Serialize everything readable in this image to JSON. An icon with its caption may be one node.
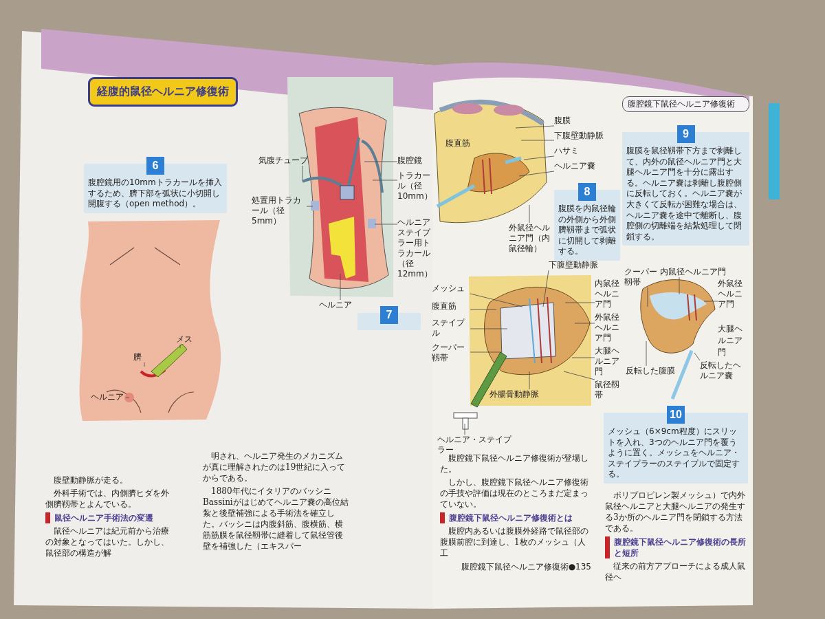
{
  "diagram": {
    "title": "経腹的鼠径ヘルニア修復術",
    "nodes": [
      {
        "text": [
          "6",
          "腹腔鏡用の10mmトラカールを挿入するため、臍下部を弧状に小切開し開腹する（open method）。"
        ]
      },
      {
        "text": [
          "7"
        ]
      },
      {
        "text": [
          "8",
          "腹膜を内鼠径輪の外側から外側臍靱帯まで弧状に切開して剥離する。"
        ]
      },
      {
        "text": [
          "9",
          "腹膜を鼠径靱帯下方まで剥離して、内外の鼠径ヘルニア門と大腿ヘルニア門を十分に露出する。ヘルニア嚢は剥離し腹腔側に反転しておく。ヘルニア嚢が大きくて反転が困難な場合は、ヘルニア嚢を途中で離断し、腹腔側の切離端を結紮処理して閉鎖する。"
        ]
      },
      {
        "text": [
          "10",
          "メッシュ（6×9cm程度）にスリットを入れ、3つのヘルニア門を覆うように置く。メッシュをヘルニア・ステイプラーのステイプルで固定する。"
        ]
      },
      {
        "text": [
          "メス"
        ]
      },
      {
        "text": [
          "臍"
        ]
      },
      {
        "text": [
          "ヘルニア"
        ]
      },
      {
        "text": [
          "気腹チューブ"
        ]
      },
      {
        "text": [
          "処置用トラカール（径5mm）"
        ]
      },
      {
        "text": [
          "ヘルニア"
        ]
      },
      {
        "text": [
          "腹腔鏡"
        ]
      },
      {
        "text": [
          "トラカール（径10mm）"
        ]
      },
      {
        "text": [
          "ヘルニアステイプラー用トラカール（径12mm）"
        ]
      },
      {
        "text": [
          "腹膜"
        ]
      },
      {
        "text": [
          "下腹壁動静脈"
        ]
      },
      {
        "text": [
          "ハサミ"
        ]
      },
      {
        "text": [
          "ヘルニア嚢"
        ]
      },
      {
        "text": [
          "外鼠径ヘルニア門（内鼠径輪）"
        ]
      },
      {
        "text": [
          "内鼠径ヘルニア門"
        ]
      },
      {
        "text": [
          "外鼠径ヘルニア門"
        ]
      },
      {
        "text": [
          "クーパー靱帯"
        ]
      },
      {
        "text": [
          "反転した腹膜"
        ]
      },
      {
        "text": [
          "反転したヘルニア嚢"
        ]
      },
      {
        "text": [
          "下腹壁動静脈"
        ]
      },
      {
        "text": [
          "内鼠径ヘルニア門"
        ]
      },
      {
        "text": [
          "外鼠径ヘルニア門"
        ]
      },
      {
        "text": [
          "大腿ヘルニア門"
        ]
      },
      {
        "text": [
          "メッシュ"
        ]
      },
      {
        "text": [
          "腹直筋"
        ]
      },
      {
        "text": [
          "ステイプル"
        ]
      },
      {
        "text": [
          "クーパー靱帯"
        ]
      },
      {
        "text": [
          "鼠径靱帯"
        ]
      },
      {
        "text": [
          "外腸骨動静脈"
        ]
      },
      {
        "text": [
          "ヘルニア・ステイプラー"
        ]
      }
    ],
    "edges": [
      {
        "from": 5,
        "to": null,
        "arrow": "none"
      },
      {
        "from": 6,
        "to": null,
        "arrow": "none"
      },
      {
        "from": 7,
        "to": null,
        "arrow": "none"
      },
      {
        "from": 8,
        "to": null,
        "arrow": "none"
      },
      {
        "from": 9,
        "to": null,
        "arrow": "none"
      },
      {
        "from": 10,
        "to": null,
        "arrow": "none"
      },
      {
        "from": 11,
        "to": null,
        "arrow": "none"
      },
      {
        "from": 12,
        "to": null,
        "arrow": "none"
      },
      {
        "from": 13,
        "to": null,
        "arrow": "none"
      },
      {
        "from": 14,
        "to": null,
        "arrow": "none"
      },
      {
        "from": 15,
        "to": null,
        "arrow": "none"
      },
      {
        "from": 16,
        "to": null,
        "arrow": "none"
      },
      {
        "from": 17,
        "to": null,
        "arrow": "none"
      },
      {
        "from": 18,
        "to": null,
        "arrow": "none"
      },
      {
        "from": 19,
        "to": null,
        "arrow": "none"
      },
      {
        "from": 20,
        "to": null,
        "arrow": "none"
      },
      {
        "from": 21,
        "to": null,
        "arrow": "none"
      },
      {
        "from": 22,
        "to": null,
        "arrow": "none"
      },
      {
        "from": 23,
        "to": null,
        "arrow": "none"
      },
      {
        "from": 24,
        "to": null,
        "arrow": "none"
      },
      {
        "from": 25,
        "to": null,
        "arrow": "none"
      },
      {
        "from": 26,
        "to": null,
        "arrow": "none"
      },
      {
        "from": 27,
        "to": null,
        "arrow": "none"
      },
      {
        "from": 28,
        "to": null,
        "arrow": "none"
      },
      {
        "from": 29,
        "to": null,
        "arrow": "none"
      },
      {
        "from": 30,
        "to": null,
        "arrow": "none"
      },
      {
        "from": 31,
        "to": null,
        "arrow": "none"
      },
      {
        "from": 32,
        "to": null,
        "arrow": "none"
      },
      {
        "from": 33,
        "to": null,
        "arrow": "none"
      },
      {
        "from": 34,
        "to": null,
        "arrow": "none"
      }
    ],
    "labels": [
      "腹直筋",
      "大腿ヘルニア門",
      "腹壁動静脈が走る。",
      "外科手術では、内側臍ヒダを外側臍靱帯とよんでいる。",
      "鼠径ヘルニア手術法の変遷",
      "鼠径ヘルニアは紀元前から治療の対象となってはいた。しかし、鼠径部の構造が解",
      "明され、ヘルニア発生のメカニズムが真に理解されたのは19世紀に入ってからである。",
      "1880年代にイタリアのバッシニBassiniがはじめてヘルニア嚢の高位結紮と後壁補強による手術法を確立した。バッシニは内腹斜筋、腹横筋、横筋筋膜を鼠径靱帯に縫着して鼠径管後壁を補強した（エキスパー",
      "腹腔鏡下鼠径ヘルニア修復術が登場した。",
      "しかし、腹腔鏡下鼠径ヘルニア修復術の手技や評価は現在のところまだ定まっていない。",
      "腹腔鏡下鼠径ヘルニア修復術とは",
      "腹腔内あるいは腹膜外経路で鼠径部の腹膜前腔に到達し、1枚のメッシュ（人工",
      "ポリプロピレン製メッシュ）で内外鼠径ヘルニアと大腿ヘルニアの発生する3か所のヘルニア門を閉鎖する方法である。",
      "腹腔鏡下鼠径ヘルニア修復術の長所と短所",
      "従来の前方アプローチによる成人鼠径ヘ",
      "腹腔鏡下鼠径ヘルニア修復術●135",
      "腹腔鏡下鼠径ヘルニア修復術"
    ]
  }
}
